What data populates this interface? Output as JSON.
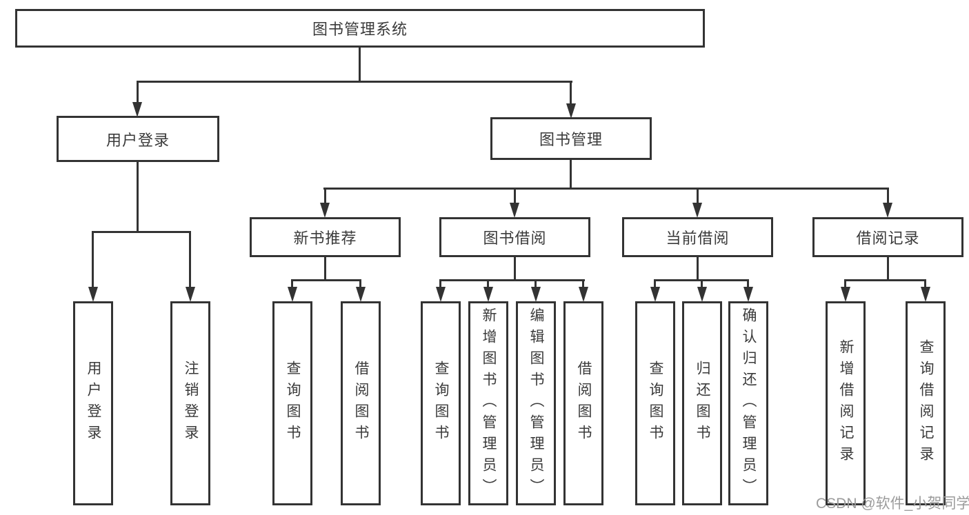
{
  "diagram_title": "图书管理系统",
  "watermark": "CSDN @软件_小贺同学",
  "colors": {
    "line": "#333333",
    "text": "#3a3a3a",
    "background": "#ffffff",
    "watermark": "#9b9b9b"
  },
  "tree": {
    "label": "图书管理系统",
    "children": [
      {
        "label": "用户登录",
        "children": [
          {
            "label": "用户登录"
          },
          {
            "label": "注销登录"
          }
        ]
      },
      {
        "label": "图书管理",
        "children": [
          {
            "label": "新书推荐",
            "children": [
              {
                "label": "查询图书"
              },
              {
                "label": "借阅图书"
              }
            ]
          },
          {
            "label": "图书借阅",
            "children": [
              {
                "label": "查询图书"
              },
              {
                "label": "新增图书（管理员）"
              },
              {
                "label": "编辑图书（管理员）"
              },
              {
                "label": "借阅图书"
              }
            ]
          },
          {
            "label": "当前借阅",
            "children": [
              {
                "label": "查询图书"
              },
              {
                "label": "归还图书"
              },
              {
                "label": "确认归还（管理员）"
              }
            ]
          },
          {
            "label": "借阅记录",
            "children": [
              {
                "label": "新增借阅记录"
              },
              {
                "label": "查询借阅记录"
              }
            ]
          }
        ]
      }
    ]
  }
}
